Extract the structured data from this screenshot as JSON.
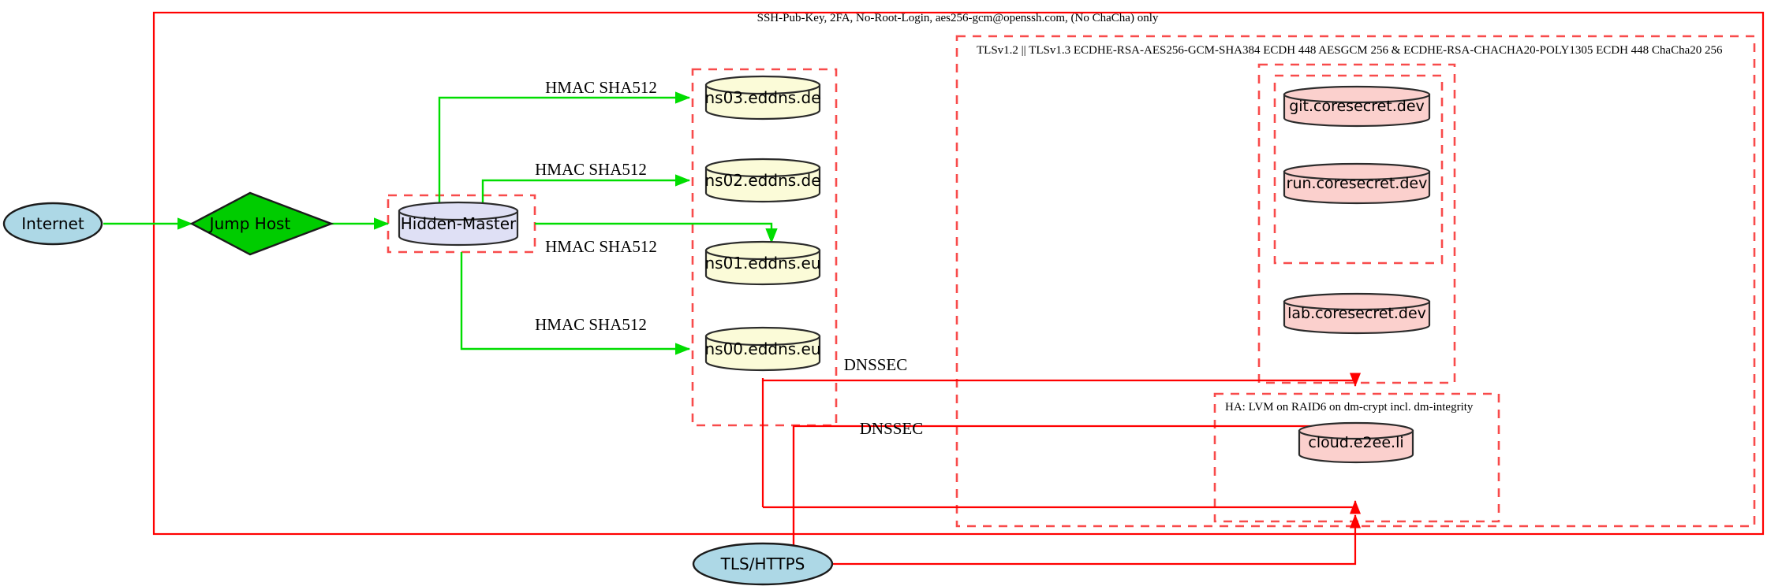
{
  "diagram": {
    "title_label": "SSH-Pub-Key, 2FA, No-Root-Login, aes256-gcm@openssh.com, (No ChaCha) only",
    "colors": {
      "boundary_red": "#ff0000",
      "cluster_dashed_red": "#f84b4b",
      "edge_green": "#00dd00",
      "dns_node_fill": "#fbfbd8",
      "secret_node_fill": "#fbd0cd",
      "master_node_fill": "#dfe0f5",
      "internet_node_fill": "#add8e6",
      "jumphost_fill": "#00cc00"
    },
    "clusters": {
      "outer_ssh": {
        "label": "SSH-Pub-Key, 2FA, No-Root-Login, aes256-gcm@openssh.com, (No ChaCha) only",
        "style": "solid"
      },
      "hidden_master": {
        "label": "",
        "style": "dashed"
      },
      "dns_zone": {
        "label": "",
        "style": "dashed"
      },
      "tls_zone": {
        "label": "TLSv1.2 || TLSv1.3 ECDHE-RSA-AES256-GCM-SHA384 ECDH 448 AESGCM 256 & ECDHE-RSA-CHACHA20-POLY1305 ECDH 448 ChaCha20 256",
        "style": "dashed"
      },
      "coresecret_outer": {
        "label": "",
        "style": "dashed"
      },
      "coresecret_inner": {
        "label": "",
        "style": "dashed"
      },
      "ha_zone": {
        "label": "HA: LVM on RAID6 on dm-crypt incl. dm-integrity",
        "style": "dashed"
      }
    },
    "nodes": {
      "internet": {
        "label": "Internet",
        "shape": "ellipse",
        "fill": "#add8e6"
      },
      "jump_host": {
        "label": "Jump Host",
        "shape": "diamond",
        "fill": "#00cc00"
      },
      "hidden_master": {
        "label": "Hidden-Master",
        "shape": "cylinder",
        "fill": "#dfe0f5"
      },
      "ns03": {
        "label": "ns03.eddns.de",
        "shape": "cylinder",
        "fill": "#fbfbd8"
      },
      "ns02": {
        "label": "ns02.eddns.de",
        "shape": "cylinder",
        "fill": "#fbfbd8"
      },
      "ns01": {
        "label": "ns01.eddns.eu",
        "shape": "cylinder",
        "fill": "#fbfbd8"
      },
      "ns00": {
        "label": "ns00.eddns.eu",
        "shape": "cylinder",
        "fill": "#fbfbd8"
      },
      "git": {
        "label": "git.coresecret.dev",
        "shape": "cylinder",
        "fill": "#fbd0cd"
      },
      "run": {
        "label": "run.coresecret.dev",
        "shape": "cylinder",
        "fill": "#fbd0cd"
      },
      "lab": {
        "label": "lab.coresecret.dev",
        "shape": "cylinder",
        "fill": "#fbd0cd"
      },
      "cloud": {
        "label": "cloud.e2ee.li",
        "shape": "cylinder",
        "fill": "#fbd0cd"
      },
      "tls_https": {
        "label": "TLS/HTTPS",
        "shape": "ellipse",
        "fill": "#add8e6"
      }
    },
    "edges": {
      "internet_to_jump": {
        "label": "",
        "color": "#00dd00"
      },
      "jump_to_master": {
        "label": "",
        "color": "#00dd00"
      },
      "master_to_ns03": {
        "label": "HMAC SHA512",
        "color": "#00dd00"
      },
      "master_to_ns02": {
        "label": "HMAC SHA512",
        "color": "#00dd00"
      },
      "master_to_ns01": {
        "label": "HMAC SHA512",
        "color": "#00dd00"
      },
      "master_to_ns00": {
        "label": "HMAC SHA512",
        "color": "#00dd00"
      },
      "dnssec_upper": {
        "label": "DNSSEC",
        "color": "#ff0000"
      },
      "dnssec_lower": {
        "label": "DNSSEC",
        "color": "#ff0000"
      }
    }
  }
}
